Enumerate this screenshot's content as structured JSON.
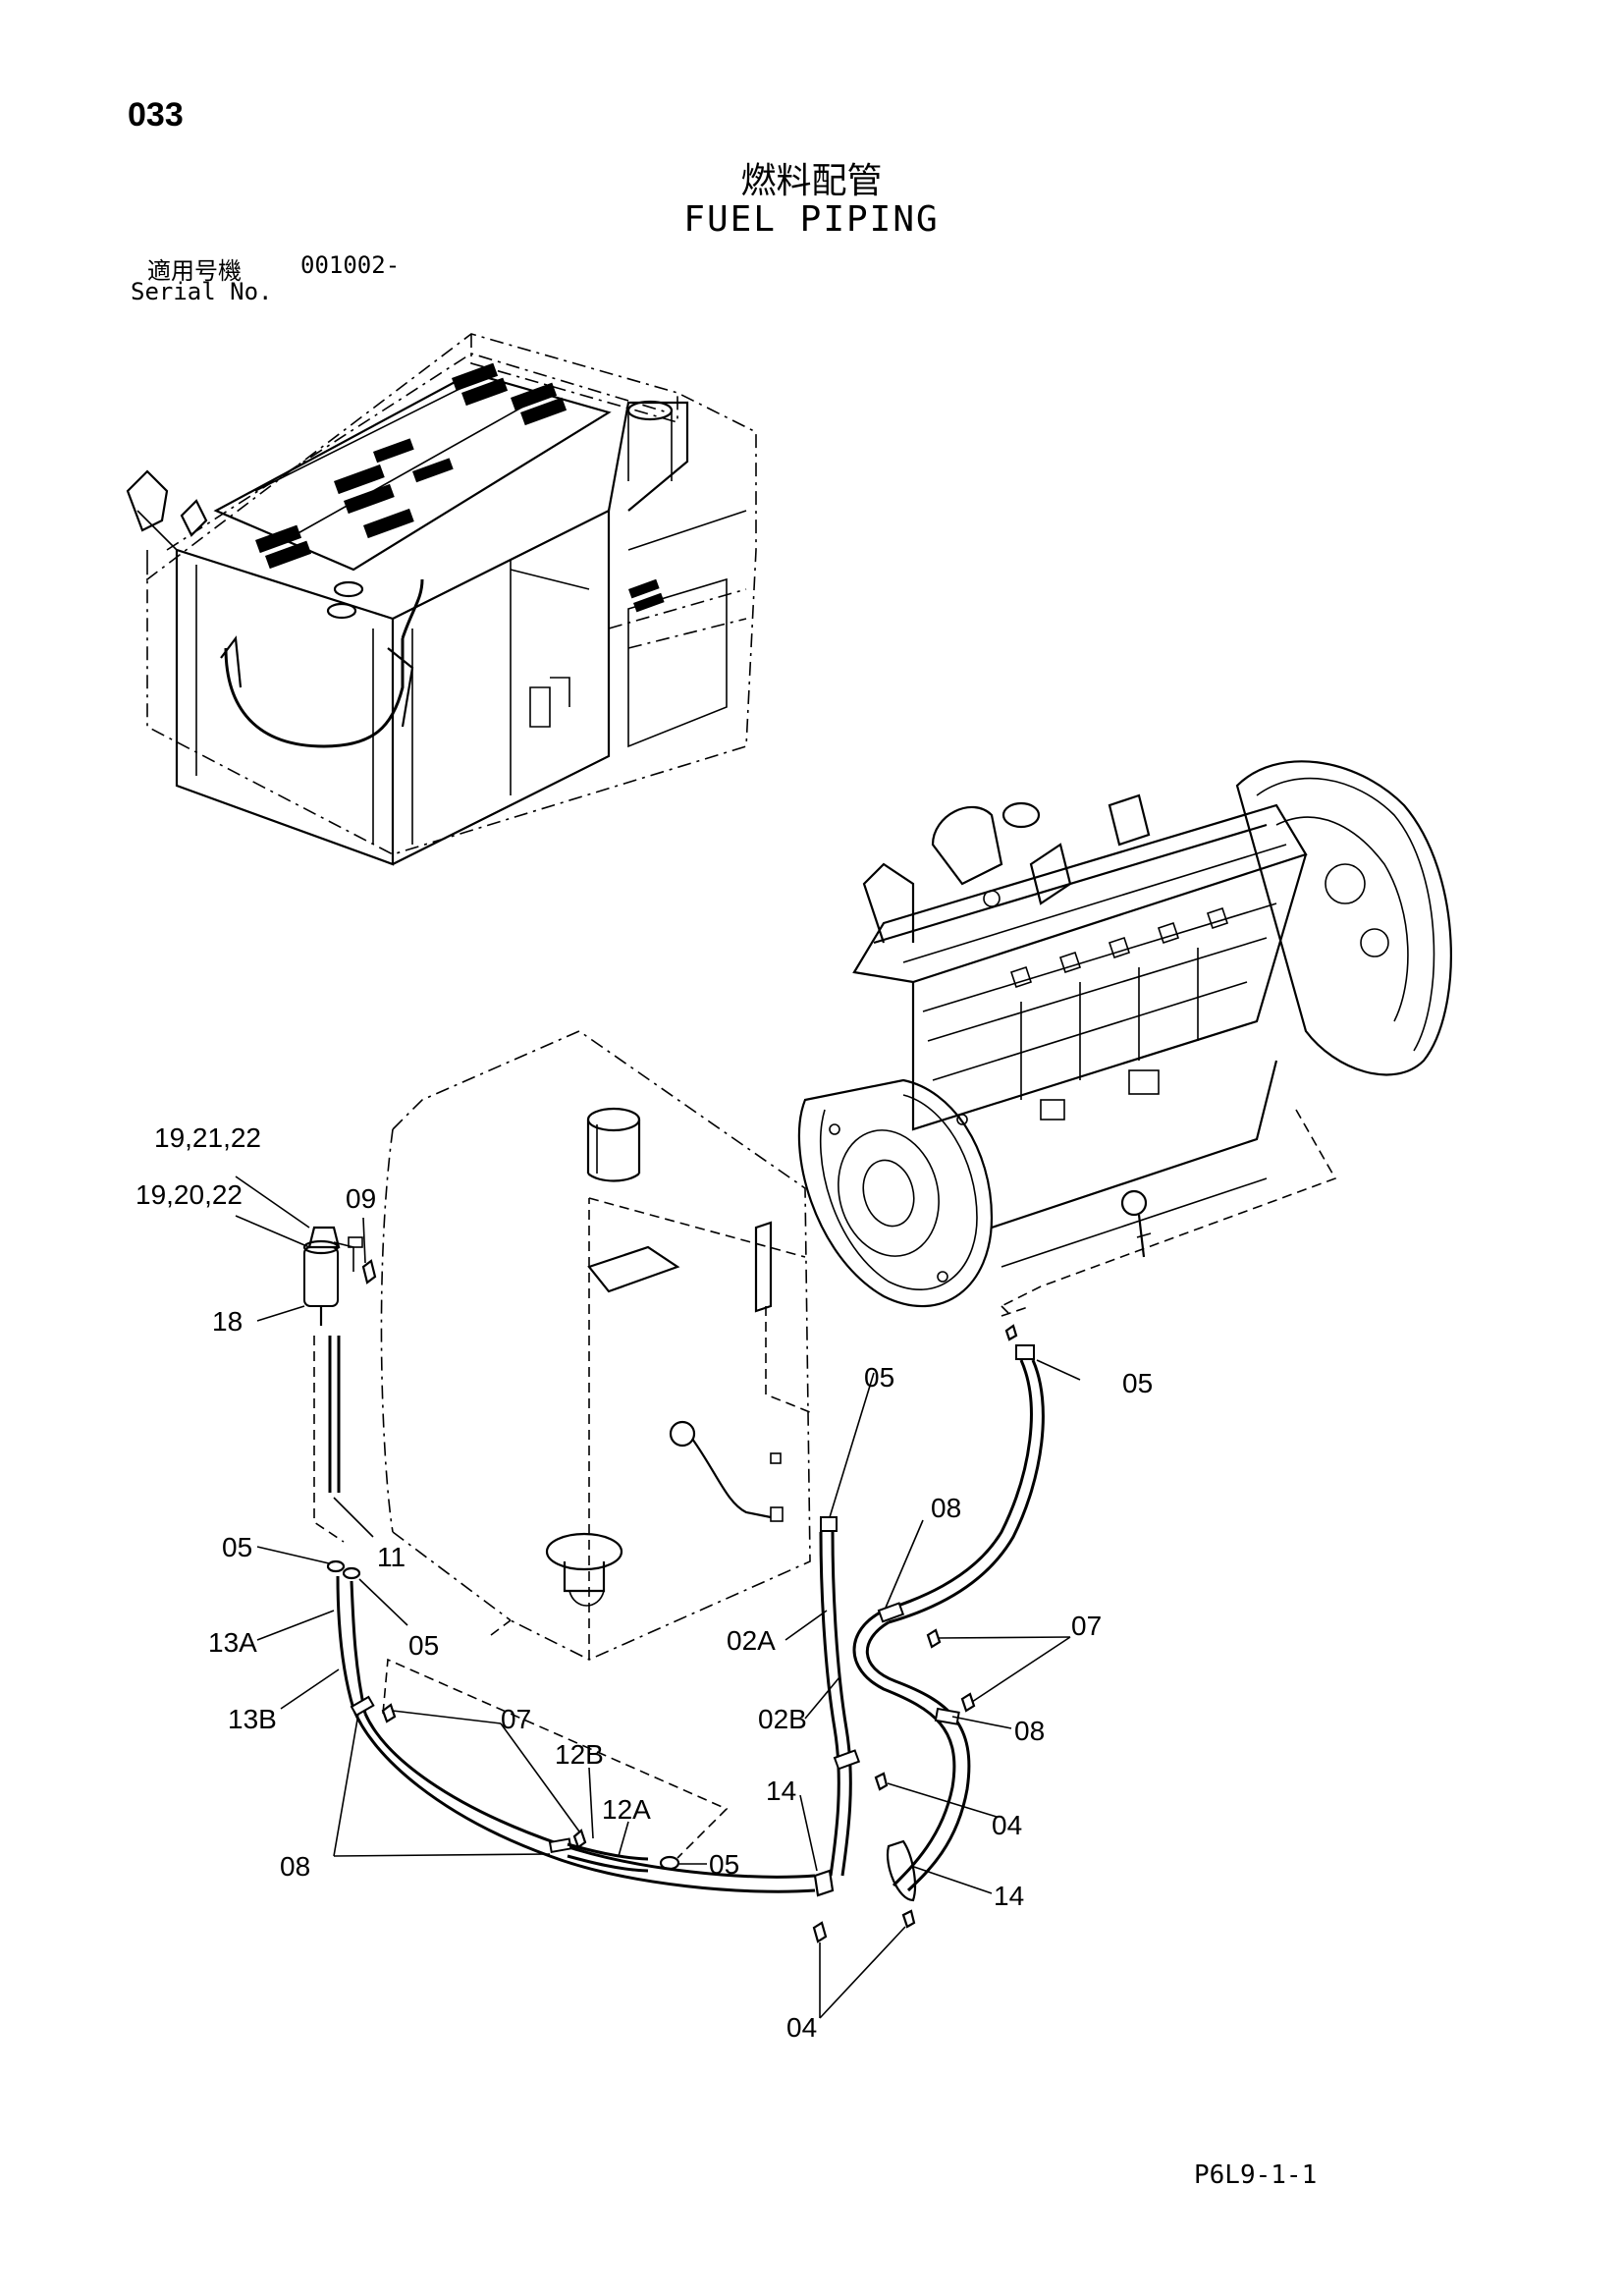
{
  "page": {
    "number": "033",
    "title_jp": "燃料配管",
    "title_en": "FUEL PIPING",
    "serial_label_jp": "適用号機",
    "serial_value": "001002-",
    "serial_label_en": "Serial No.",
    "doc_code": "P6L9-1-1"
  },
  "callouts": {
    "c1": "19,21,22",
    "c2": "19,20,22",
    "c3": "09",
    "c4": "18",
    "c5": "05",
    "c6": "11",
    "c7": "05",
    "c8": "13A",
    "c9": "13B",
    "c10": "07",
    "c11": "12B",
    "c12": "12A",
    "c13": "05",
    "c14": "08",
    "c15": "05",
    "c16": "05",
    "c17": "08",
    "c18": "02A",
    "c19": "07",
    "c20": "02B",
    "c21": "08",
    "c22": "14",
    "c23": "04",
    "c24": "14",
    "c25": "04"
  }
}
